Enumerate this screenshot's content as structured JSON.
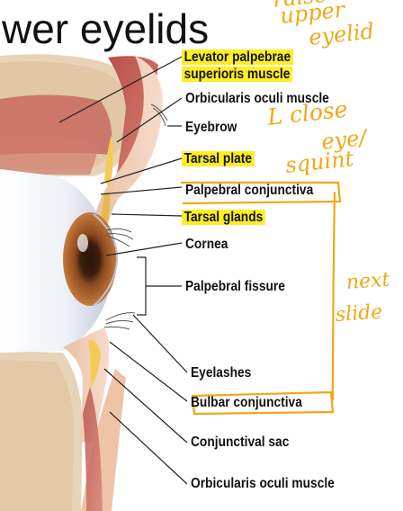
{
  "title": "wer eyelids",
  "labels": {
    "levator_line1": "Levator palpebrae",
    "levator_line2": "superioris muscle",
    "orbicularis_top": "Orbicularis oculi muscle",
    "eyebrow": "Eyebrow",
    "tarsal_plate": "Tarsal plate",
    "palpebral_conjunctiva": "Palpebral conjunctiva",
    "tarsal_glands": "Tarsal glands",
    "cornea": "Cornea",
    "palpebral_fissure": "Palpebral fissure",
    "eyelashes": "Eyelashes",
    "bulbar_conjunctiva": "Bulbar conjunctiva",
    "conjunctival_sac": "Conjunctival sac",
    "orbicularis_bottom": "Orbicularis oculi muscle"
  },
  "handwriting": {
    "note_top_1": "raise",
    "note_top_2": "upper",
    "note_top_3": "eyelid",
    "note_mid_1": "L close",
    "note_mid_2": "eye/",
    "note_mid_3": "squint",
    "note_low_1": "next",
    "note_low_2": "slide"
  },
  "colors": {
    "highlight": "#ffee22",
    "ink": "#f0a816"
  }
}
